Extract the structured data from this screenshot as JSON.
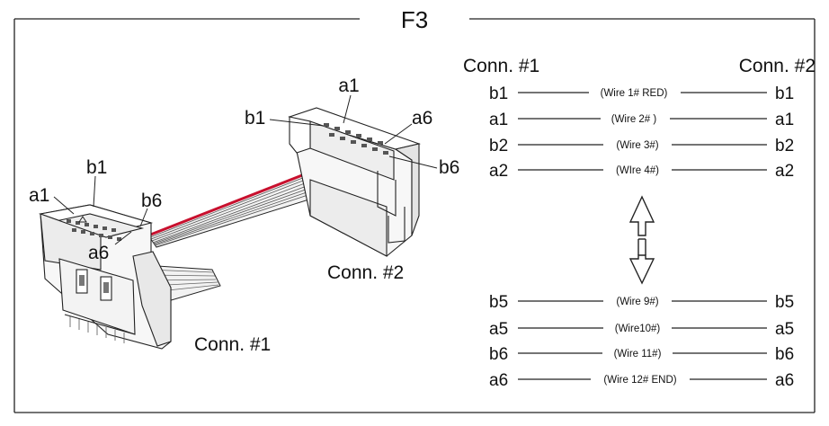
{
  "title": "F3",
  "left_connector_header": "Conn. #1",
  "right_connector_header": "Conn. #2",
  "illustration": {
    "conn2_label": "Conn. #2",
    "conn1_label": "Conn. #1",
    "conn2_pins": {
      "b1": "b1",
      "a1": "a1",
      "a6": "a6",
      "b6": "b6"
    },
    "conn1_pins": {
      "b1": "b1",
      "a1": "a1",
      "b6": "b6",
      "a6": "a6"
    },
    "ribbon_color_stripe": "#c8102e"
  },
  "wires_top": [
    {
      "left": "b1",
      "label": "(Wire 1# RED)",
      "right": "b1"
    },
    {
      "left": "a1",
      "label": "(Wire 2# )",
      "right": "a1"
    },
    {
      "left": "b2",
      "label": "(Wire 3#)",
      "right": "b2"
    },
    {
      "left": "a2",
      "label": "(WIre 4#)",
      "right": "a2"
    }
  ],
  "wires_bottom": [
    {
      "left": "b5",
      "label": "(Wire 9#)",
      "right": "b5"
    },
    {
      "left": "a5",
      "label": "(Wire10#)",
      "right": "a5"
    },
    {
      "left": "b6",
      "label": "(Wire 11#)",
      "right": "b6"
    },
    {
      "left": "a6",
      "label": "(Wire 12# END)",
      "right": "a6"
    }
  ]
}
